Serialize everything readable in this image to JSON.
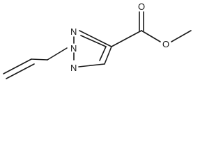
{
  "structure": {
    "atoms": {
      "n_top": "N",
      "n_mid": "N",
      "n_bottom": "N",
      "o_carbonyl": "O",
      "o_ester": "O"
    }
  },
  "colors": {
    "bond": "#1a1a1a",
    "label": "#1a1a1a",
    "background": "#ffffff"
  }
}
